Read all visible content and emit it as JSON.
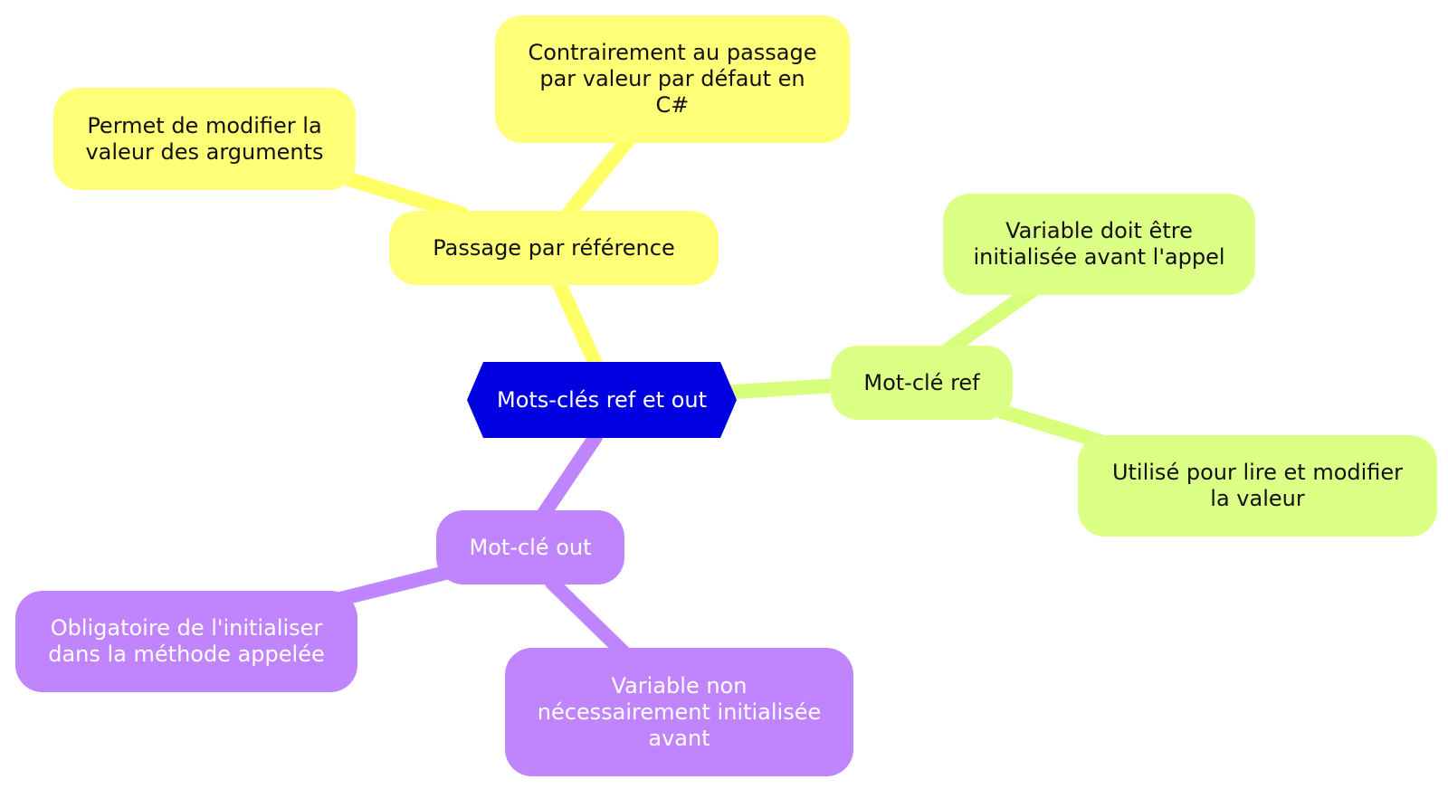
{
  "colors": {
    "root": "#0000e0",
    "yellow": "#ffff78",
    "yellow_edge": "#ffff66",
    "green": "#dcff85",
    "green_edge": "#d8ff7c",
    "purple": "#c084fc",
    "purple_edge": "#bf85ff"
  },
  "root": {
    "label": "Mots-clés ref et out"
  },
  "branches": [
    {
      "label": "Passage par référence",
      "color": "yellow",
      "children": [
        {
          "lines": [
            "Permet de modifier la",
            "valeur des arguments"
          ]
        },
        {
          "lines": [
            "Contrairement au passage",
            "par valeur par défaut en",
            "C#"
          ]
        }
      ]
    },
    {
      "label": "Mot-clé ref",
      "color": "green",
      "children": [
        {
          "lines": [
            "Variable doit être",
            "initialisée avant l'appel"
          ]
        },
        {
          "lines": [
            "Utilisé pour lire et modifier",
            "la valeur"
          ]
        }
      ]
    },
    {
      "label": "Mot-clé out",
      "color": "purple",
      "children": [
        {
          "lines": [
            "Obligatoire de l'initialiser",
            "dans la méthode appelée"
          ]
        },
        {
          "lines": [
            "Variable non",
            "nécessairement initialisée",
            "avant"
          ]
        }
      ]
    }
  ]
}
